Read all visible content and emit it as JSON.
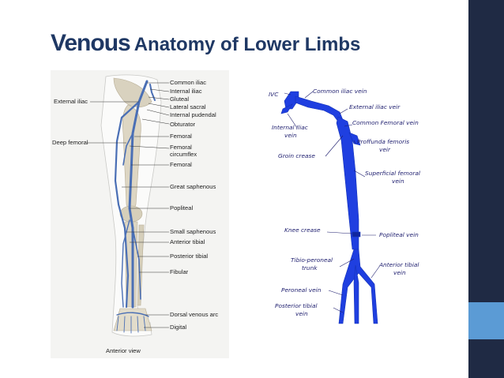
{
  "title": {
    "bold": "Venous",
    "rest": "Anatomy of Lower Limbs"
  },
  "left_diagram": {
    "right_labels": [
      "Common iliac",
      "Internal iliac",
      "Gluteal",
      "Lateral sacral",
      "Internal pudendal",
      "Obturator",
      "Femoral",
      "Femoral",
      "circumflex",
      "Femoral",
      "Great saphenous",
      "Popliteal",
      "Small saphenous",
      "Anterior tibial",
      "Posterior tibial",
      "Fibular",
      "Dorsal venous arc",
      "Digital"
    ],
    "left_labels": [
      "External iliac",
      "Deep femoral"
    ],
    "caption": "Anterior view"
  },
  "right_diagram": {
    "labels": [
      "IVC",
      "Common iliac vein",
      "External iliac veir",
      "Internal Iliac",
      "vein",
      "Common Femoral vein",
      "Proffunda femoris",
      "veir",
      "Groin crease",
      "Superficial femoral",
      "vein",
      "Knee crease",
      "Popliteal vein",
      "Tibio-peroneal",
      "trunk",
      "Anterior tibial",
      "vein",
      "Peroneal vein",
      "Posterior tibial",
      "vein"
    ]
  },
  "colors": {
    "title": "#1f3864",
    "sidebar": "#1f2a44",
    "accent": "#5b9bd5",
    "vein": "#1f3fe0"
  }
}
